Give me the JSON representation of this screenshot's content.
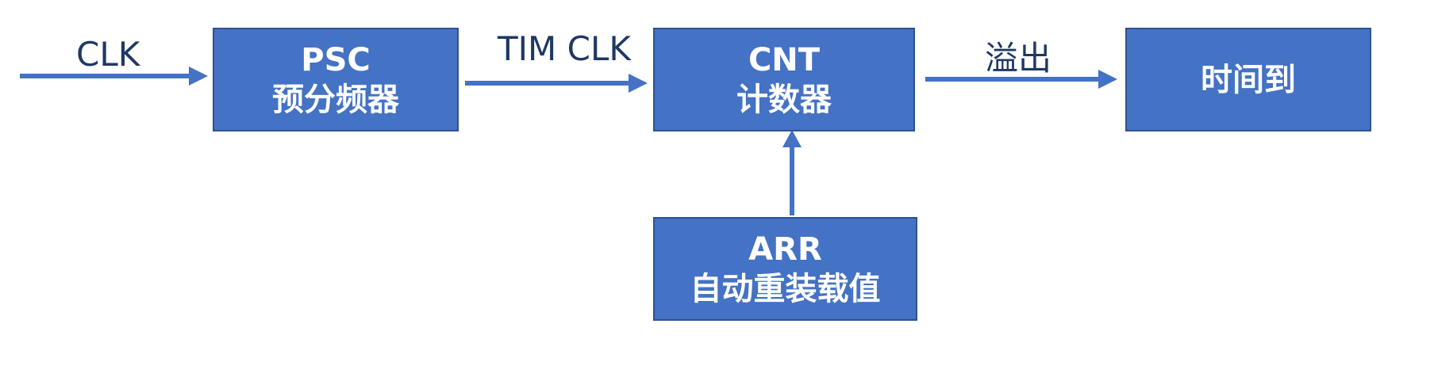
{
  "colors": {
    "box_fill": "#4472c4",
    "box_border": "#2f528f",
    "box_text": "#ffffff",
    "arrow": "#4472c4",
    "label_text": "#1f3864"
  },
  "labels": {
    "clk": "CLK",
    "tim_clk": "TIM CLK",
    "overflow": "溢出"
  },
  "boxes": {
    "psc": {
      "line1": "PSC",
      "line2": "预分频器"
    },
    "cnt": {
      "line1": "CNT",
      "line2": "计数器"
    },
    "arr": {
      "line1": "ARR",
      "line2": "自动重装载值"
    },
    "timeout": {
      "line1": "时间到"
    }
  }
}
